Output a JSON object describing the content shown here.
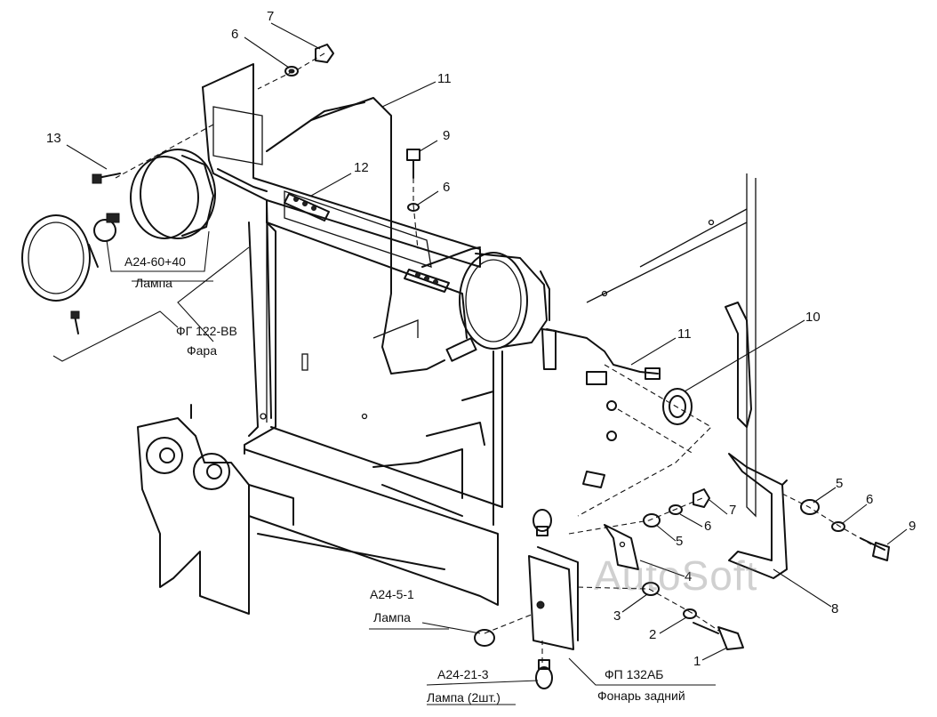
{
  "callouts": {
    "n7a": "7",
    "n6a": "6",
    "n11a": "11",
    "n13": "13",
    "n9a": "9",
    "n12": "12",
    "n6b": "6",
    "n10": "10",
    "n11b": "11",
    "n5a": "5",
    "n6c": "6",
    "n9b": "9",
    "n7b": "7",
    "n6d": "6",
    "n5b": "5",
    "n4": "4",
    "n8": "8",
    "n3": "3",
    "n2": "2",
    "n1": "1"
  },
  "captions": {
    "headlamp_bulb_code": "А24-60+40",
    "headlamp_bulb_label": "Лампа",
    "headlight_code": "ФГ 122-ВВ",
    "headlight_label": "Фара",
    "side_bulb_code": "А24-5-1",
    "side_bulb_label": "Лампа",
    "tail_bulb_code": "А24-21-3",
    "tail_bulb_label": "Лампа (2шт.)",
    "taillight_code": "ФП 132АБ",
    "taillight_label": "Фонарь задний"
  },
  "watermark": "AutoSoft"
}
